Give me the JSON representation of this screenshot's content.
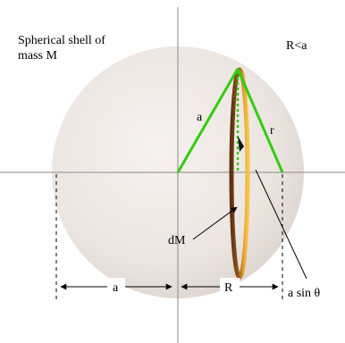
{
  "labels": {
    "shell_title_line1": "Spherical shell of",
    "shell_title_line2": "mass M",
    "condition": "R<a",
    "radius_a": "a",
    "distance_r": "r",
    "ring_mass": "dM",
    "ring_radius": "a sin θ",
    "dim_a": "a",
    "dim_R": "R"
  },
  "colors": {
    "shell_fill": "#ebe5e2",
    "axes": "#8a8a8a",
    "radius_lines": "#33cc11",
    "ring_dark": "#6b3a12",
    "ring_light": "#f2b628",
    "annotation": "#000000"
  }
}
